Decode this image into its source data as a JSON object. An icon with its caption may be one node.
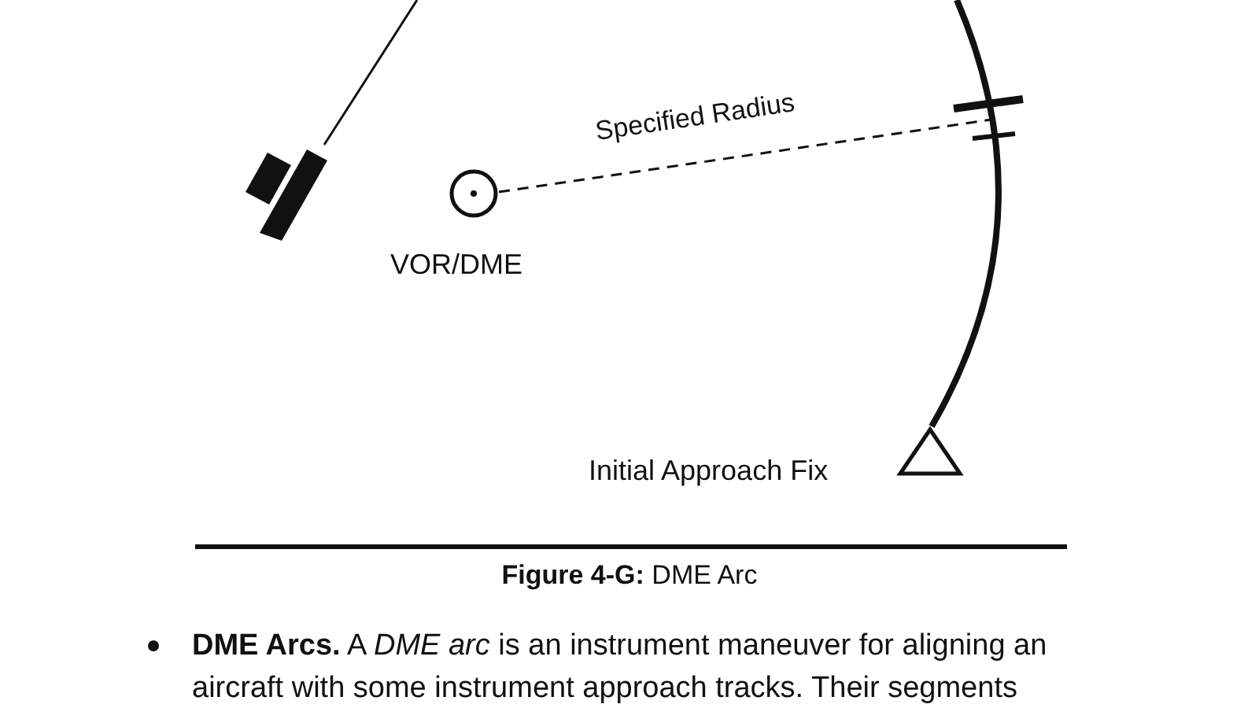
{
  "diagram": {
    "caption": "**Figure 4-G:** DME Arc",
    "nodes": [
      {
        "text": [],
        "shape": "box"
      },
      {
        "text": [],
        "shape": "circle",
        "beside": [
          "VOR/DME"
        ]
      },
      {
        "text": [],
        "shape": "triangle",
        "beside": [
          "Initial Approach Fix"
        ]
      }
    ],
    "edges": [
      {
        "from": 0,
        "to": null,
        "arrow": "none"
      },
      {
        "from": 1,
        "to": null,
        "arrow": "none",
        "style": "dashed",
        "label": "Specified Radius"
      },
      {
        "from": null,
        "to": 2,
        "arrow": "none",
        "style": "thick"
      }
    ],
    "labels": [
      "**DME Arcs.** A *DME arc* is an instrument maneuver for aligning an aircraft with some instrument approach tracks. Their segments"
    ]
  }
}
